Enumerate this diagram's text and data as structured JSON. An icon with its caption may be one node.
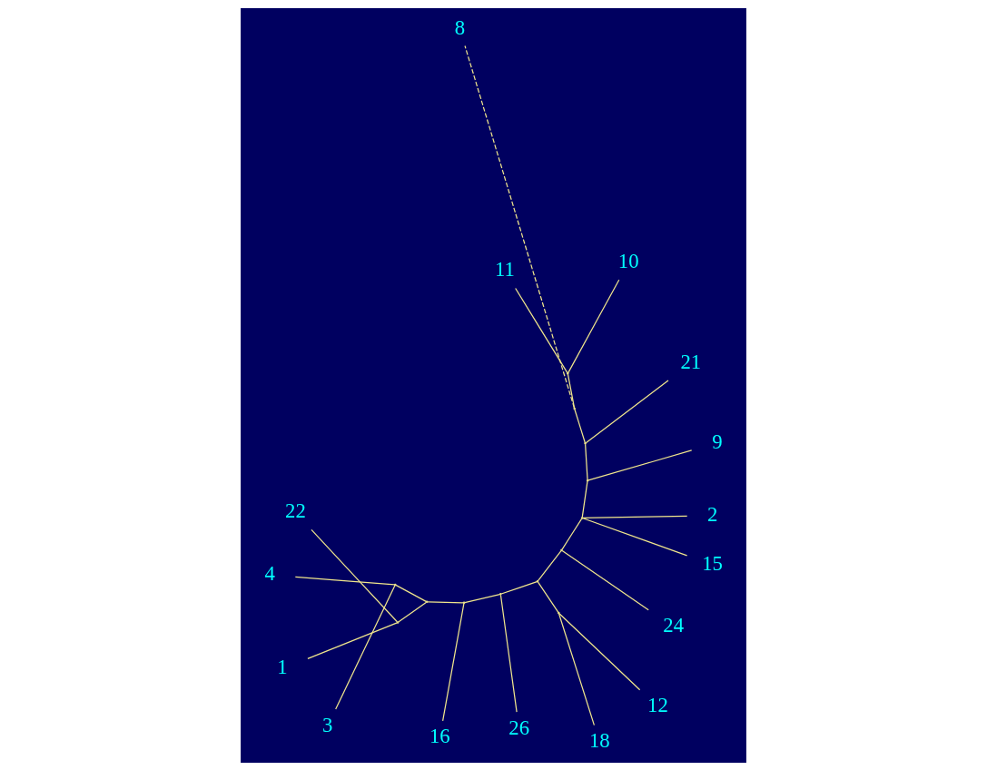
{
  "diagram": {
    "nodes": [
      {
        "text": [
          "4"
        ]
      },
      {
        "text": [
          "3"
        ]
      },
      {
        "text": [
          "1"
        ]
      },
      {
        "text": [
          "22"
        ]
      },
      {
        "text": [
          "16"
        ]
      },
      {
        "text": [
          "8"
        ]
      },
      {
        "text": [
          "26"
        ]
      },
      {
        "text": [
          "9"
        ]
      },
      {
        "text": [
          "18"
        ]
      },
      {
        "text": [
          "12"
        ]
      },
      {
        "text": [
          "24"
        ]
      },
      {
        "text": [
          "11"
        ]
      },
      {
        "text": [
          "15"
        ]
      },
      {
        "text": [
          "2"
        ]
      },
      {
        "text": [
          "10"
        ]
      },
      {
        "text": [
          "21"
        ]
      },
      {
        "text": [],
        "shape": "point"
      },
      {
        "text": [],
        "shape": "point"
      },
      {
        "text": [],
        "shape": "point"
      },
      {
        "text": [],
        "shape": "point"
      },
      {
        "text": [],
        "shape": "point"
      },
      {
        "text": [],
        "shape": "point"
      },
      {
        "text": [],
        "shape": "point"
      },
      {
        "text": [],
        "shape": "point"
      },
      {
        "text": [],
        "shape": "point"
      },
      {
        "text": [],
        "shape": "point"
      },
      {
        "text": [],
        "shape": "point"
      },
      {
        "text": [],
        "shape": "point"
      },
      {
        "text": [],
        "shape": "point"
      }
    ],
    "edges": [
      {
        "from": 16,
        "to": 3,
        "arrow": "none"
      },
      {
        "from": 16,
        "to": 2,
        "arrow": "none"
      },
      {
        "from": 17,
        "to": 0,
        "arrow": "none"
      },
      {
        "from": 17,
        "to": 1,
        "arrow": "none"
      },
      {
        "from": 18,
        "to": 16,
        "arrow": "none"
      },
      {
        "from": 18,
        "to": 17,
        "arrow": "none"
      },
      {
        "from": 19,
        "to": 18,
        "arrow": "none"
      },
      {
        "from": 19,
        "to": 4,
        "arrow": "none"
      },
      {
        "from": 20,
        "to": 19,
        "arrow": "none"
      },
      {
        "from": 20,
        "to": 6,
        "arrow": "none"
      },
      {
        "from": 21,
        "to": 20,
        "arrow": "none"
      },
      {
        "from": 21,
        "to": 22,
        "arrow": "none"
      },
      {
        "from": 22,
        "to": 8,
        "arrow": "none"
      },
      {
        "from": 22,
        "to": 9,
        "arrow": "none"
      },
      {
        "from": 23,
        "to": 21,
        "arrow": "none"
      },
      {
        "from": 23,
        "to": 10,
        "arrow": "none"
      },
      {
        "from": 24,
        "to": 23,
        "arrow": "none"
      },
      {
        "from": 24,
        "to": 12,
        "arrow": "none"
      },
      {
        "from": 24,
        "to": 13,
        "arrow": "none"
      },
      {
        "from": 25,
        "to": 24,
        "arrow": "none"
      },
      {
        "from": 25,
        "to": 7,
        "arrow": "none"
      },
      {
        "from": 26,
        "to": 25,
        "arrow": "none"
      },
      {
        "from": 26,
        "to": 15,
        "arrow": "none"
      },
      {
        "from": 27,
        "to": 26,
        "arrow": "none"
      },
      {
        "from": 27,
        "to": 5,
        "arrow": "none",
        "style": "dashed"
      },
      {
        "from": 27,
        "to": 28,
        "arrow": "none"
      },
      {
        "from": 28,
        "to": 11,
        "arrow": "none"
      },
      {
        "from": 28,
        "to": 14,
        "arrow": "none"
      }
    ]
  }
}
